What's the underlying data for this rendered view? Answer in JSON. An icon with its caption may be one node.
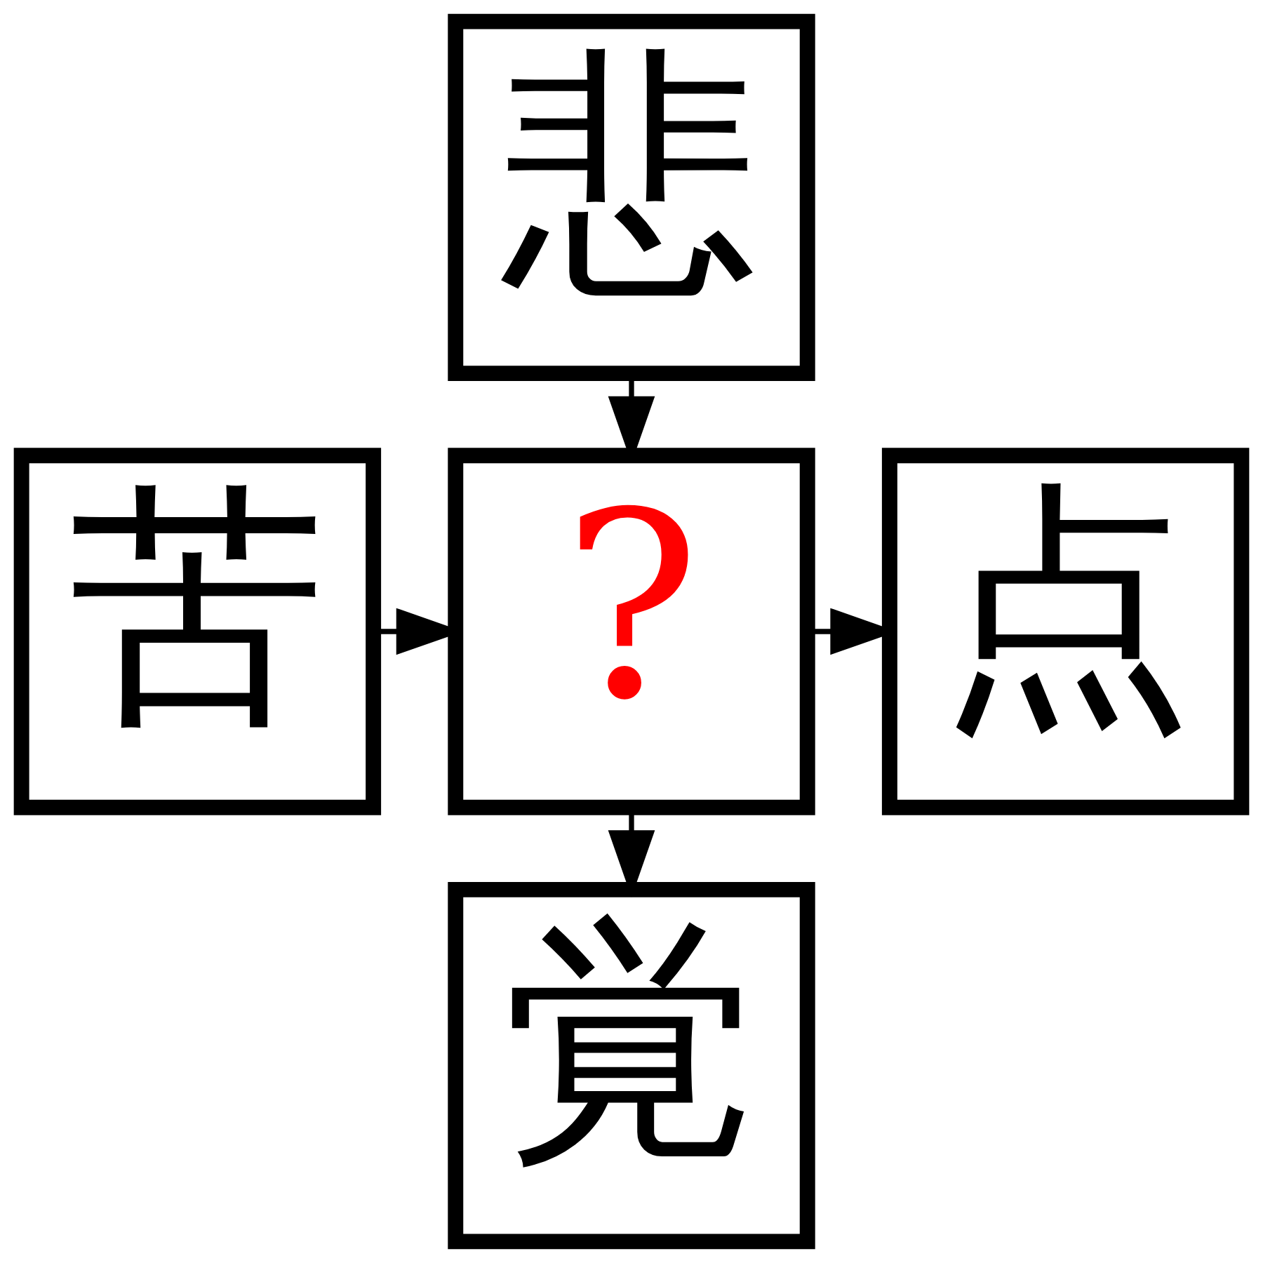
{
  "diagram": {
    "nodes": [
      {
        "text": [
          "悲"
        ]
      },
      {
        "text": [
          "苦"
        ]
      },
      {
        "text": [
          "?"
        ]
      },
      {
        "text": [
          "点"
        ]
      },
      {
        "text": [
          "覚"
        ]
      }
    ],
    "edges": [
      {
        "from": 0,
        "to": 2,
        "arrow": "to"
      },
      {
        "from": 1,
        "to": 2,
        "arrow": "to"
      },
      {
        "from": 2,
        "to": 3,
        "arrow": "to"
      },
      {
        "from": 2,
        "to": 4,
        "arrow": "to"
      }
    ]
  }
}
